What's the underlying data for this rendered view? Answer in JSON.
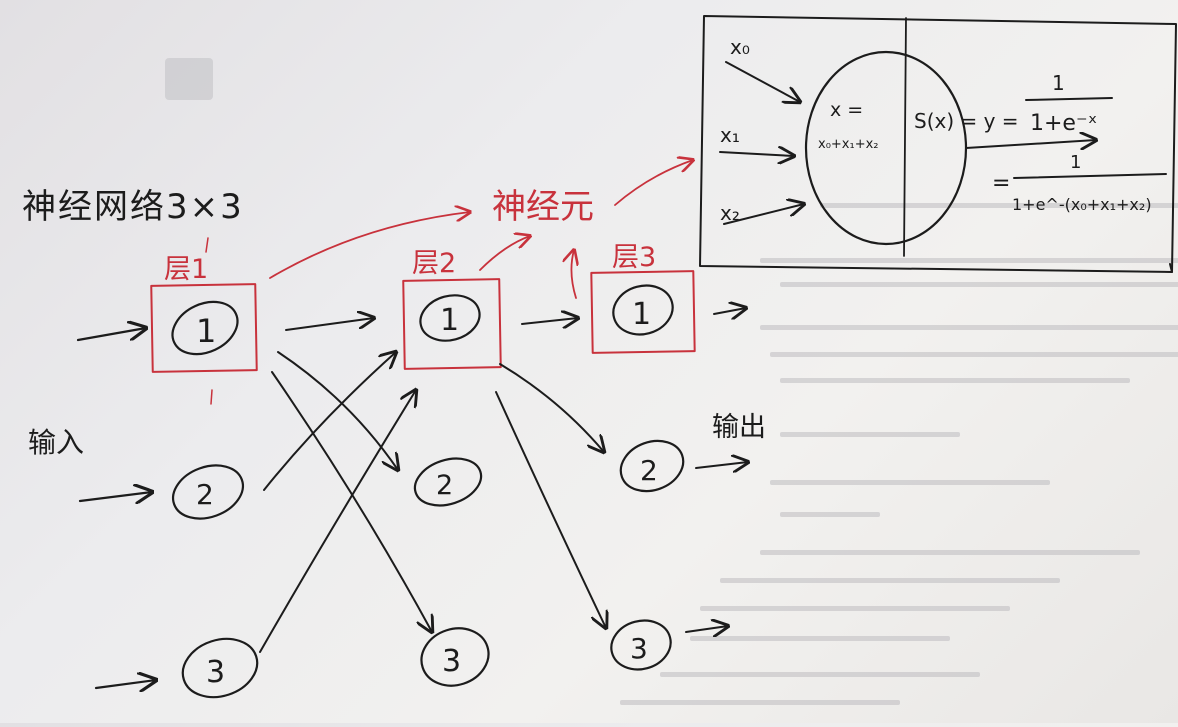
{
  "title": "神经网络3×3",
  "input_label": "输入",
  "output_label": "输出",
  "neuron_label": "神经元",
  "layers": [
    {
      "label": "层1",
      "nodes": [
        "1",
        "2",
        "3"
      ]
    },
    {
      "label": "层2",
      "nodes": [
        "1",
        "2",
        "3"
      ]
    },
    {
      "label": "层3",
      "nodes": [
        "1",
        "2",
        "3"
      ]
    }
  ],
  "neuron_detail": {
    "inputs": [
      "x₀",
      "x₁",
      "x₂"
    ],
    "sum_line1": "x =",
    "sum_line2": "x₀+x₁+x₂",
    "activation": "S(x) = y =",
    "frac1_num": "1",
    "frac1_den": "1+e⁻ˣ",
    "eq2_prefix": "=",
    "frac2_num": "1",
    "frac2_den": "1+e^-(x₀+x₁+x₂)"
  },
  "colors": {
    "ink": "#1c1c1c",
    "red_pen": "#c8323c",
    "paper": "#ececee"
  }
}
